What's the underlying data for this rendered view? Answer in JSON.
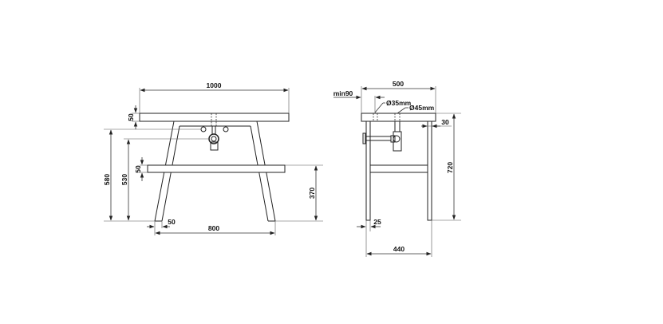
{
  "drawing": {
    "front_view": {
      "labels": {
        "total_width": "1000",
        "top_thickness": "50",
        "leg_height_580": "580",
        "drain_height_530": "530",
        "shelf_thickness": "50",
        "shelf_height": "370",
        "leg_width": "50",
        "leg_spread": "800"
      }
    },
    "side_view": {
      "labels": {
        "depth": "500",
        "min_offset": "min90",
        "hole_small": "Ø35mm",
        "hole_large": "Ø45mm",
        "leg_inset": "30",
        "total_height": "720",
        "leg_thickness": "25",
        "frame_depth": "440"
      }
    },
    "colors": {
      "line": "#222222",
      "dimension": "#333333",
      "background": "#ffffff"
    }
  }
}
